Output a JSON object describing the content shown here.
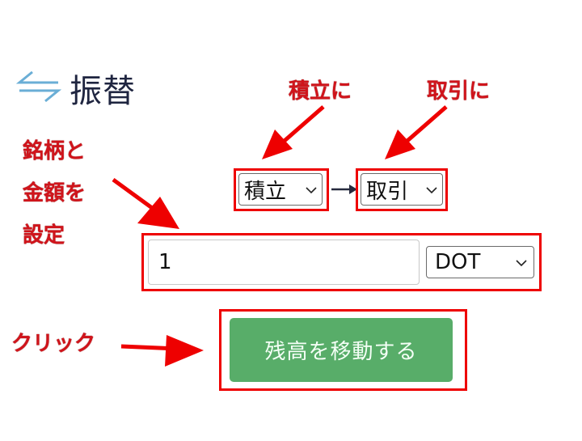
{
  "header": {
    "icon": "transfer-arrows-icon",
    "title": "振替"
  },
  "transfer": {
    "from_select": {
      "value": "積立"
    },
    "arrow_icon": "right-arrow-icon",
    "to_select": {
      "value": "取引"
    },
    "amount_input": {
      "value": "1"
    },
    "currency_select": {
      "value": "DOT"
    },
    "submit_button": {
      "label": "残高を移動する"
    }
  },
  "annotations": {
    "to_savings": "積立に",
    "to_trading": "取引に",
    "set_asset_line1": "銘柄と",
    "set_asset_line2": "金額を",
    "set_asset_line3": "設定",
    "click": "クリック"
  },
  "colors": {
    "annotation_red": "#d0141b",
    "box_red": "#ee0000",
    "button_green": "#58ad69",
    "title_dark": "#1f2540",
    "icon_blue": "#6aaed6"
  }
}
